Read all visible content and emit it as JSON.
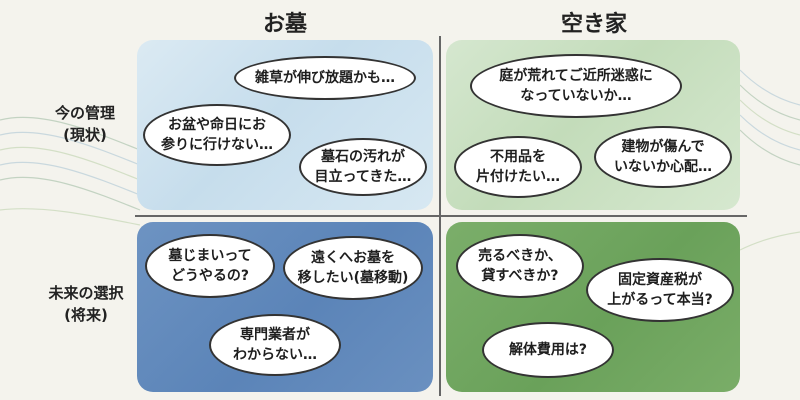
{
  "headers": {
    "grave": "お墓",
    "vacant_house": "空き家"
  },
  "rows": {
    "current": {
      "line1": "今の管理",
      "line2": "(現状)"
    },
    "future": {
      "line1": "未来の選択",
      "line2": "(将来)"
    }
  },
  "quadrants": {
    "grave_current": {
      "bubble1": "雑草が伸び放題かも…",
      "bubble2": "お盆や命日にお\n参りに行けない…",
      "bubble3": "墓石の汚れが\n目立ってきた…"
    },
    "house_current": {
      "bubble1": "庭が荒れてご近所迷惑に\nなっていないか…",
      "bubble2": "不用品を\n片付けたい…",
      "bubble3": "建物が傷んで\nいないか心配…"
    },
    "grave_future": {
      "bubble1": "墓じまいって\nどうやるの?",
      "bubble2": "遠くへお墓を\n移したい(墓移動)",
      "bubble3": "専門業者が\nわからない…"
    },
    "house_future": {
      "bubble1": "売るべきか、\n貸すべきか?",
      "bubble2": "固定資産税が\n上がるって本当?",
      "bubble3": "解体費用は?"
    }
  },
  "colors": {
    "grave_current_bg": "#c6ddec",
    "house_current_bg": "#c3dcba",
    "grave_future_bg": "#5b84b8",
    "house_future_bg": "#6aa15a"
  }
}
